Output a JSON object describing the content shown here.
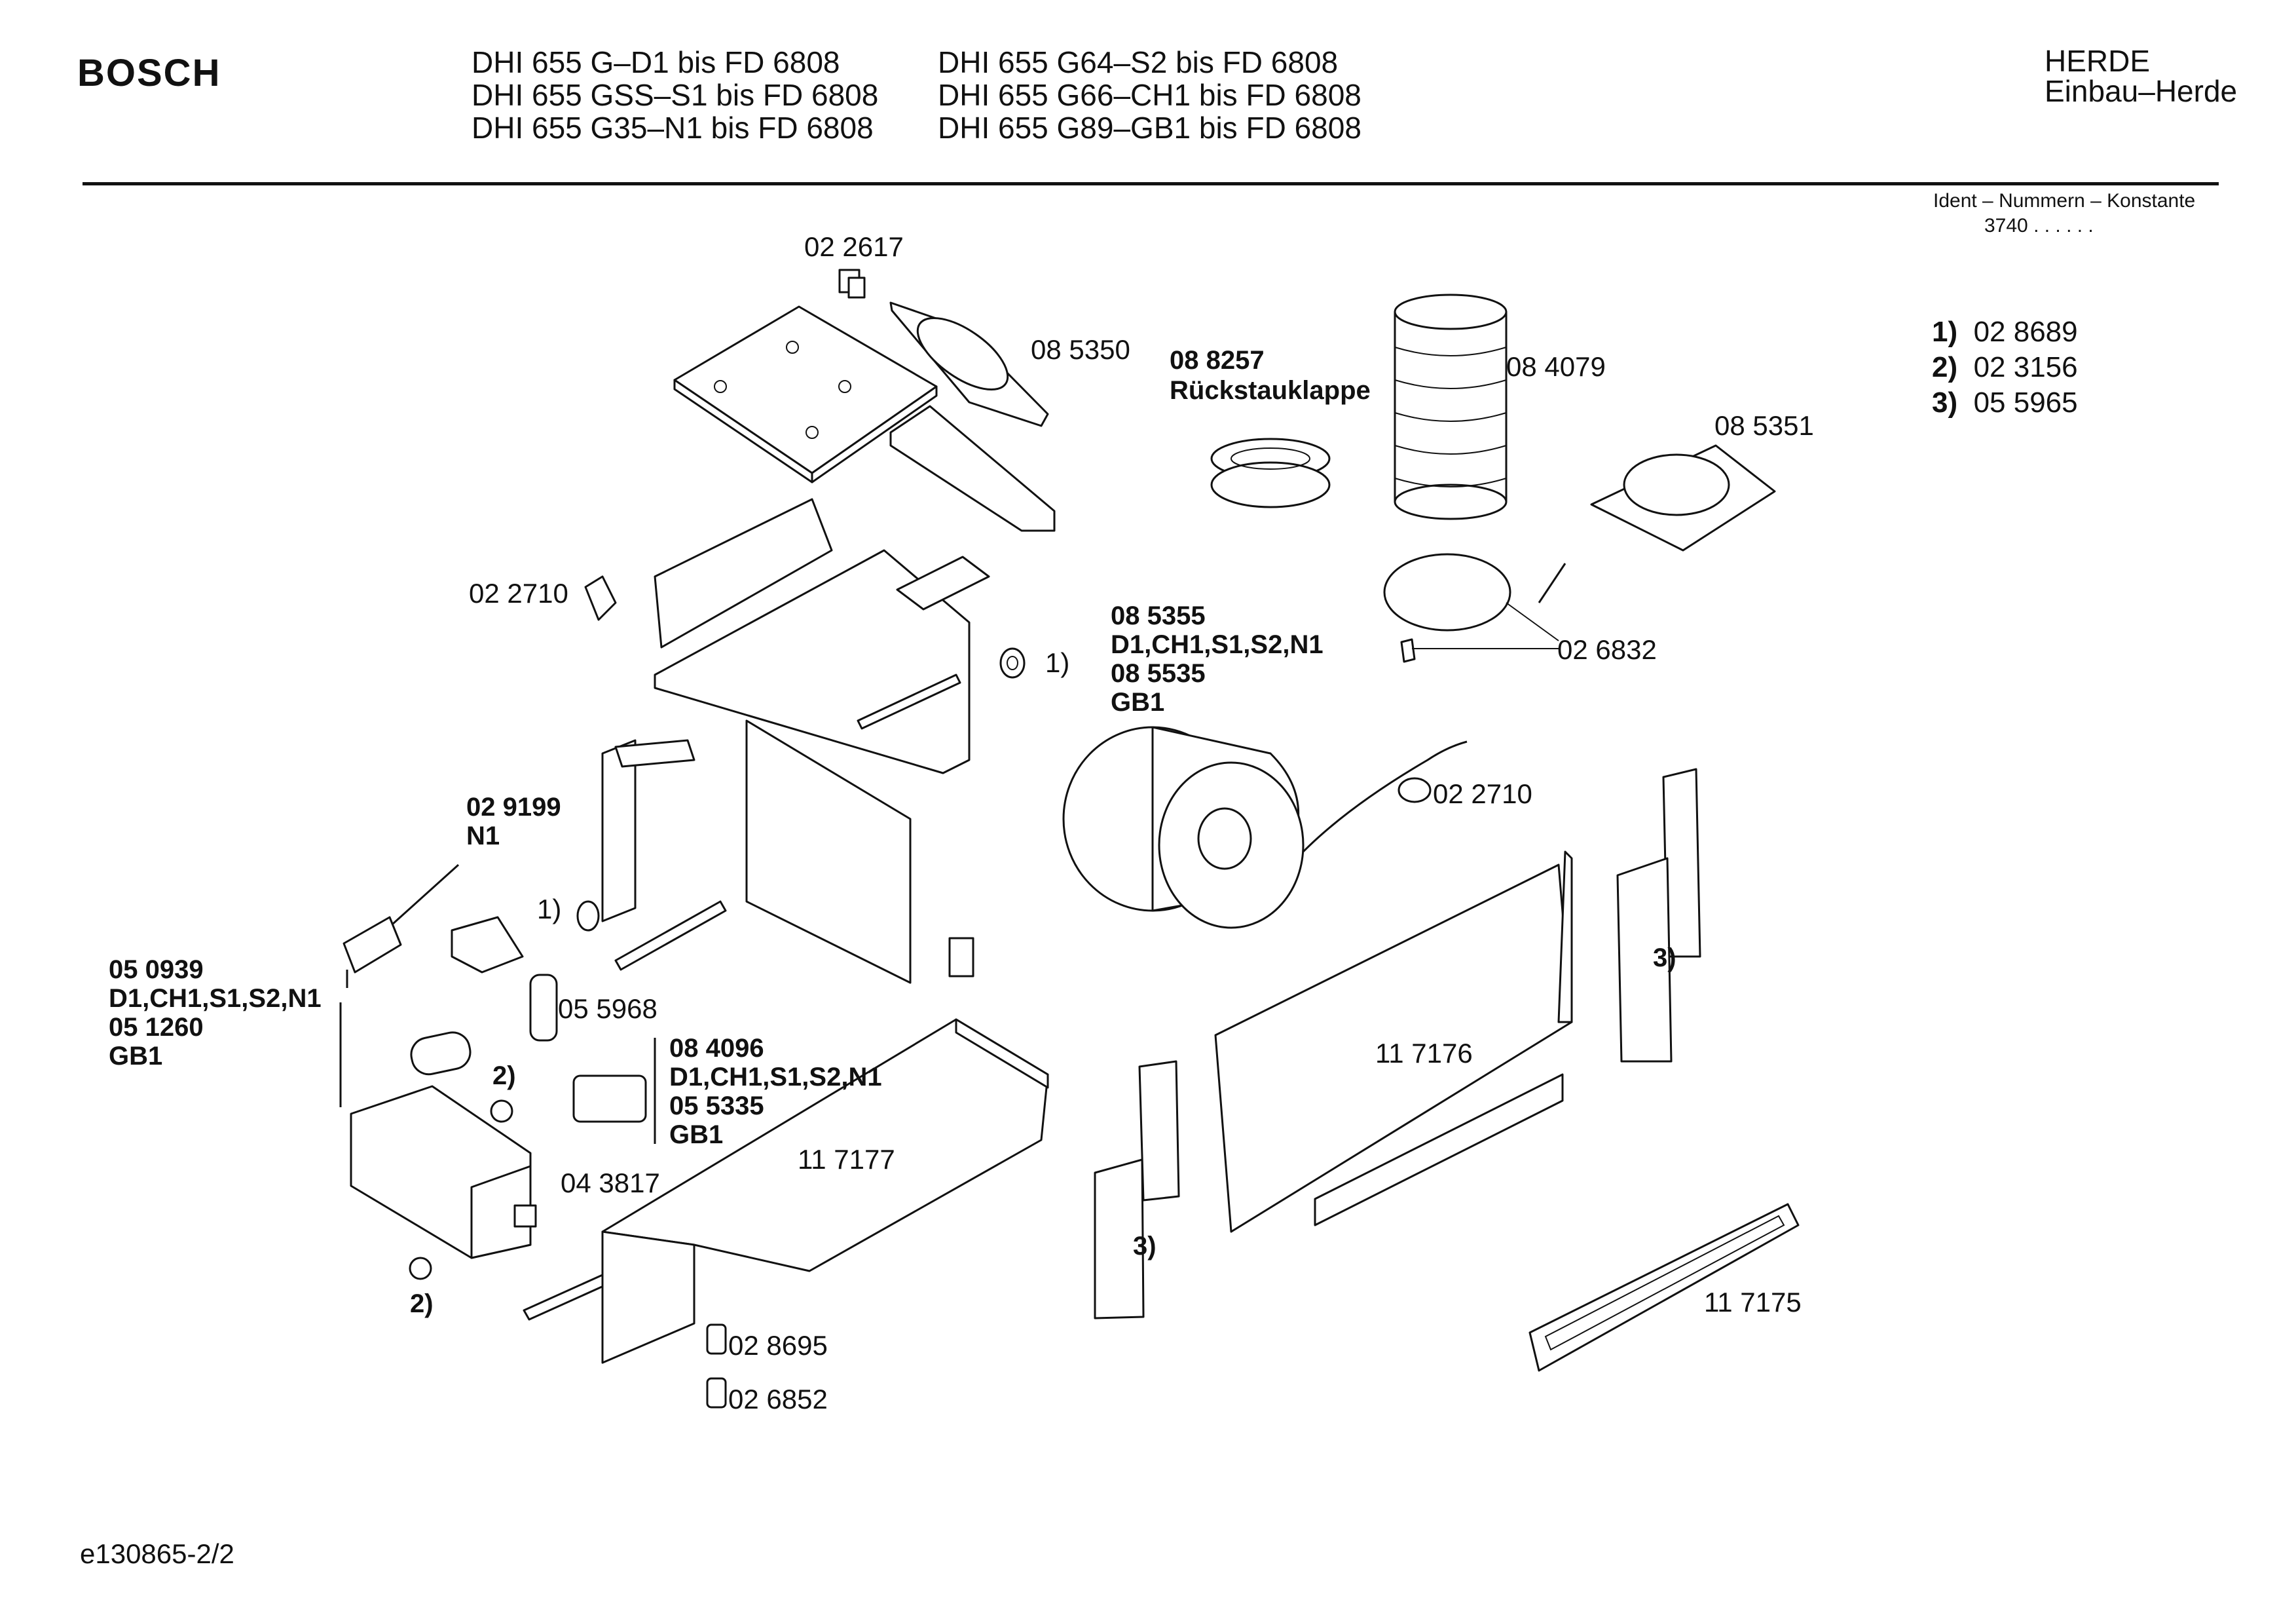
{
  "header": {
    "brand": "BOSCH",
    "models_col1": [
      "DHI 655 G–D1 bis FD 6808",
      "DHI 655 GSS–S1 bis FD 6808",
      "DHI 655 G35–N1 bis FD 6808"
    ],
    "models_col2": [
      "DHI 655 G64–S2 bis FD 6808",
      "DHI 655 G66–CH1 bis FD 6808",
      "DHI 655 G89–GB1 bis FD 6808"
    ],
    "category": "HERDE",
    "subcategory": "Einbau–Herde",
    "ident_label": "Ident – Nummern – Konstante",
    "ident_value": "3740 . . . . . ."
  },
  "legend": [
    {
      "key": "1)",
      "part": "02 8689"
    },
    {
      "key": "2)",
      "part": "02 3156"
    },
    {
      "key": "3)",
      "part": "05 5965"
    }
  ],
  "labels": {
    "p022617": "02 2617",
    "p085350": "08 5350",
    "p088257": "08 8257",
    "rueckstau": "Rückstauklappe",
    "p084079": "08 4079",
    "p085351": "08 5351",
    "p022710a": "02 2710",
    "p026832": "02 6832",
    "ref1a": "1)",
    "motor": [
      "08 5355",
      "D1,CH1,S1,S2,N1",
      "08 5535",
      "GB1"
    ],
    "p022710b": "02 2710",
    "p029199": [
      "02 9199",
      "N1"
    ],
    "ref1b": "1)",
    "p055968": "05 5968",
    "capacitor": [
      "05 0939",
      "D1,CH1,S1,S2,N1",
      "05 1260",
      "GB1"
    ],
    "ref2a": "2)",
    "switch": [
      "08 4096",
      "D1,CH1,S1,S2,N1",
      "05 5335",
      "GB1"
    ],
    "p117177": "11 7177",
    "p043817": "04 3817",
    "ref2b": "2)",
    "p117176": "11 7176",
    "ref3a": "3)",
    "ref3b": "3)",
    "p117175": "11 7175",
    "p028695": "02 8695",
    "p026852": "02 6852"
  },
  "footer": {
    "doc_id": "e130865-2/2"
  }
}
